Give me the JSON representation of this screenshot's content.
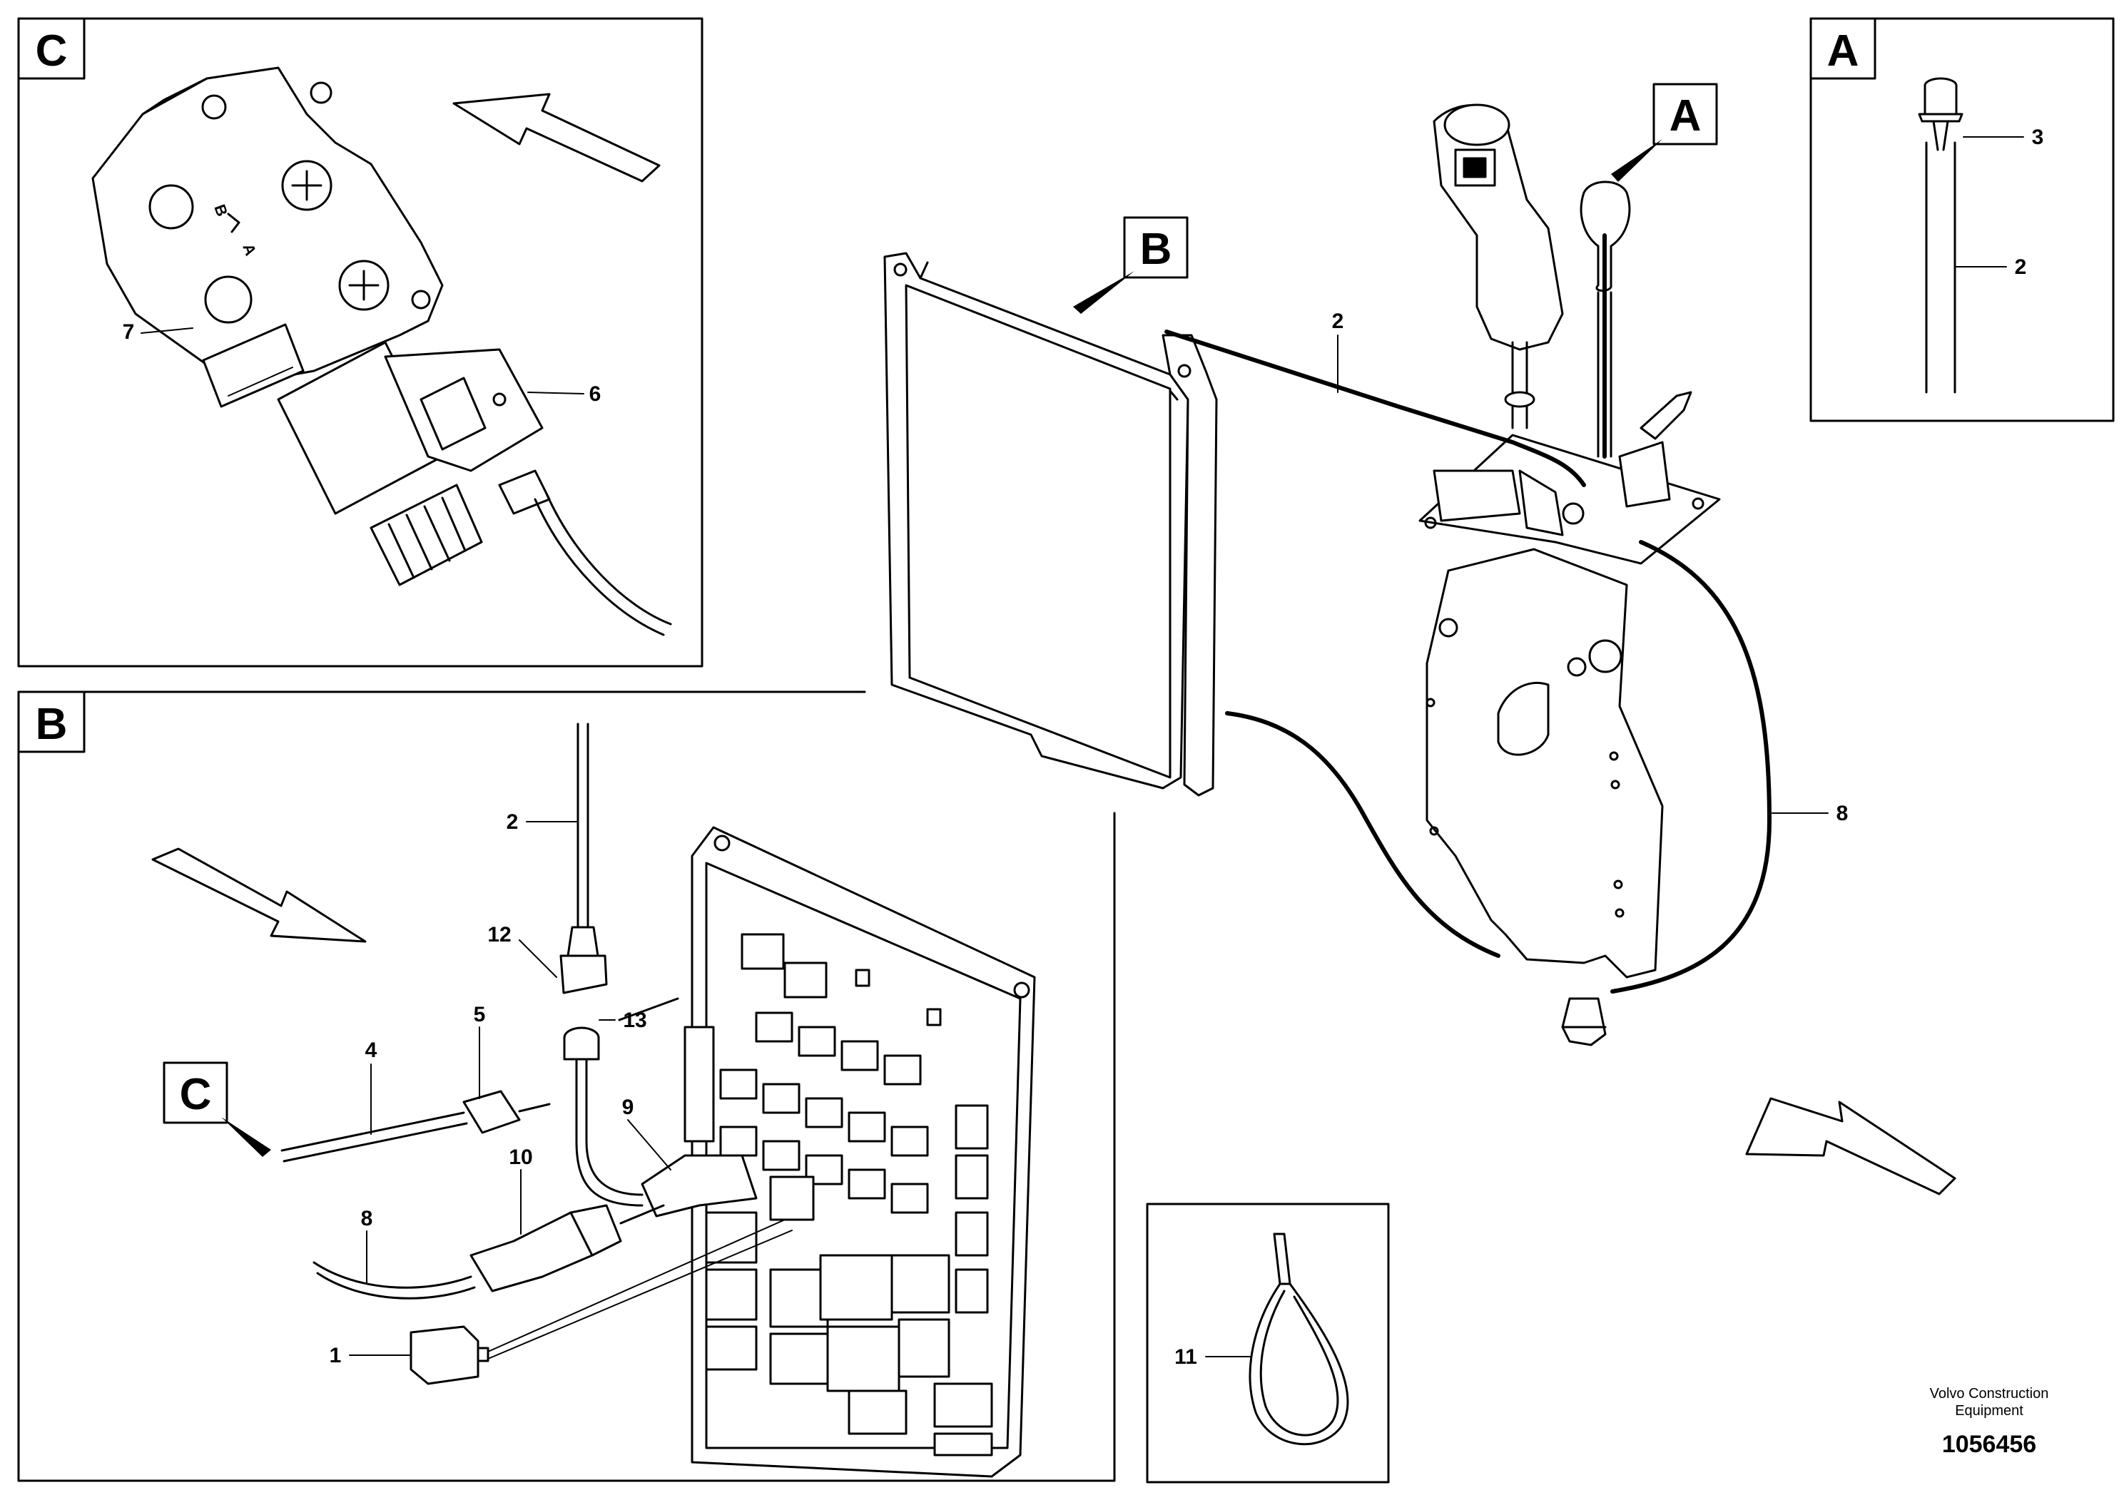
{
  "views": {
    "A": "A",
    "B": "B",
    "C": "C"
  },
  "callouts": {
    "c1": "1",
    "c2_main": "2",
    "c2_a": "2",
    "c2_b": "2",
    "c3": "3",
    "c4": "4",
    "c5": "5",
    "c6": "6",
    "c7": "7",
    "c8_main": "8",
    "c8_b": "8",
    "c9": "9",
    "c10": "10",
    "c11": "11",
    "c12": "12",
    "c13": "13"
  },
  "footer": {
    "publisher_line1": "Volvo Construction",
    "publisher_line2": "Equipment",
    "document_number": "1056456"
  }
}
